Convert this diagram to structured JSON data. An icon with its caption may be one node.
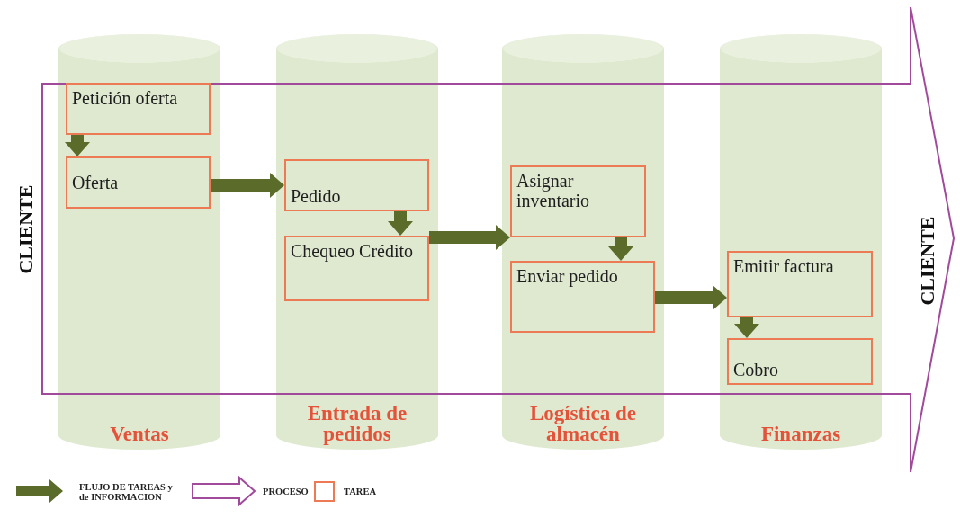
{
  "diagram": {
    "nodes": [
      {
        "text": [
          "Ventas"
        ]
      },
      {
        "text": [
          "Petición oferta"
        ],
        "in": 0
      },
      {
        "text": [
          "Oferta"
        ],
        "in": 0
      },
      {
        "text": [
          "Entrada de pedidos"
        ]
      },
      {
        "text": [
          "Pedido"
        ],
        "in": 3
      },
      {
        "text": [
          "Chequeo Crédito"
        ],
        "in": 3
      },
      {
        "text": [
          "Logística de almacén"
        ]
      },
      {
        "text": [
          "Asignar inventario"
        ],
        "in": 6
      },
      {
        "text": [
          "Enviar pedido"
        ],
        "in": 6
      },
      {
        "text": [
          "Finanzas"
        ]
      },
      {
        "text": [
          "Emitir factura"
        ],
        "in": 9
      },
      {
        "text": [
          "Cobro"
        ],
        "in": 9
      }
    ],
    "edges": [
      {
        "from": 1,
        "to": 2,
        "arrow": "to"
      },
      {
        "from": 2,
        "to": 4,
        "arrow": "to"
      },
      {
        "from": 4,
        "to": 5,
        "arrow": "to"
      },
      {
        "from": 5,
        "to": 7,
        "arrow": "to"
      },
      {
        "from": 7,
        "to": 8,
        "arrow": "to"
      },
      {
        "from": 8,
        "to": 10,
        "arrow": "to"
      },
      {
        "from": 10,
        "to": 11,
        "arrow": "to"
      }
    ],
    "labels": [
      "CLIENTE",
      "CLIENTE"
    ],
    "legend": [
      {
        "text": "FLUJO DE TAREAS y de INFORMACION"
      },
      {
        "text": "PROCESO"
      },
      {
        "text": "TAREA"
      }
    ]
  }
}
